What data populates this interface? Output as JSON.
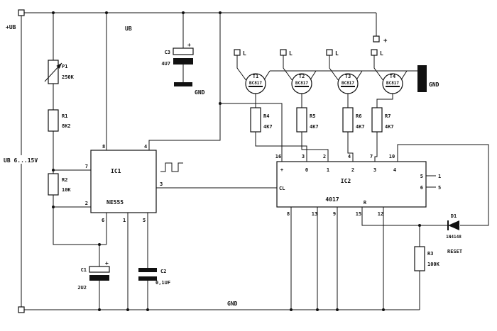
{
  "labels": {
    "plus_ub": "+UB",
    "ub": "UB",
    "ub_range": "UB 6...15V",
    "plus_supply": "+",
    "gnd_c3": "GND",
    "gnd_bar": "GND",
    "gnd_bottom": "GND",
    "reset": "RESET"
  },
  "lamps": [
    "L",
    "L",
    "L",
    "L"
  ],
  "components": {
    "p1": {
      "ref": "P1",
      "value": "250K"
    },
    "r1": {
      "ref": "R1",
      "value": "8K2"
    },
    "r2": {
      "ref": "R2",
      "value": "10K"
    },
    "r3": {
      "ref": "R3",
      "value": "100K"
    },
    "r4": {
      "ref": "R4",
      "value": "4K7"
    },
    "r5": {
      "ref": "R5",
      "value": "4K7"
    },
    "r6": {
      "ref": "R6",
      "value": "4K7"
    },
    "r7": {
      "ref": "R7",
      "value": "4K7"
    },
    "c1": {
      "ref": "C1",
      "value": "2U2",
      "polarity": "+"
    },
    "c2": {
      "ref": "C2",
      "value": "0,1UF"
    },
    "c3": {
      "ref": "C3",
      "value": "4U7",
      "polarity": "+"
    },
    "d1": {
      "ref": "D1",
      "value": "1N4148"
    },
    "t1": {
      "ref": "T1",
      "part": "BC817"
    },
    "t2": {
      "ref": "T2",
      "part": "BC817"
    },
    "t3": {
      "ref": "T3",
      "part": "BC817"
    },
    "t4": {
      "ref": "T4",
      "part": "BC817"
    },
    "ic1": {
      "ref": "IC1",
      "part": "NE555",
      "pins": {
        "p8": "8",
        "p4": "4",
        "p7": "7",
        "p2": "2",
        "p6": "6",
        "p1": "1",
        "p5": "5",
        "p3": "3"
      }
    },
    "ic2": {
      "ref": "IC2",
      "part": "4017",
      "pins_top": [
        "16",
        "3",
        "2",
        "4",
        "7",
        "10"
      ],
      "inner_top": [
        "+",
        "0",
        "1",
        "2",
        "3",
        "4"
      ],
      "pins_bottom": [
        "8",
        "13",
        "9",
        "15",
        "12"
      ],
      "pins_right": [
        "1",
        "5"
      ],
      "inner_right": [
        "5",
        "6"
      ],
      "clock_label": "CL",
      "reset_label": "R"
    }
  }
}
